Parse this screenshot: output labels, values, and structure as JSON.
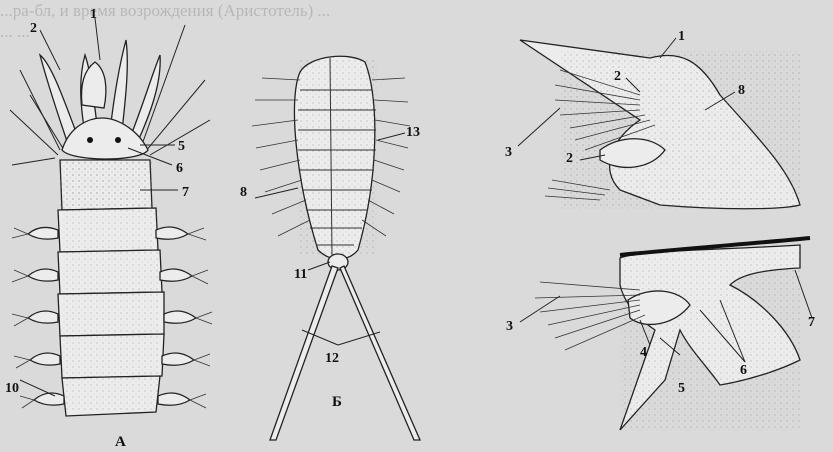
{
  "bleed": [
    "...ра-бл, и время возрождения (Аристотель) ...",
    "... ...",
    ""
  ],
  "labels": {
    "a1": "1",
    "a2": "2",
    "a5": "5",
    "a6": "6",
    "a7": "7",
    "a10": "10",
    "figA": "А",
    "b13": "13",
    "b8": "8",
    "b11": "11",
    "b12": "12",
    "figB": "Б",
    "c1": "1",
    "c2a": "2",
    "c8": "8",
    "c3": "3",
    "c2b": "2",
    "d3": "3",
    "d4": "4",
    "d6": "6",
    "d5": "5",
    "d7": "7"
  },
  "colors": {
    "background": "#dadada",
    "ink": "#111111",
    "fill": "#ececec"
  }
}
